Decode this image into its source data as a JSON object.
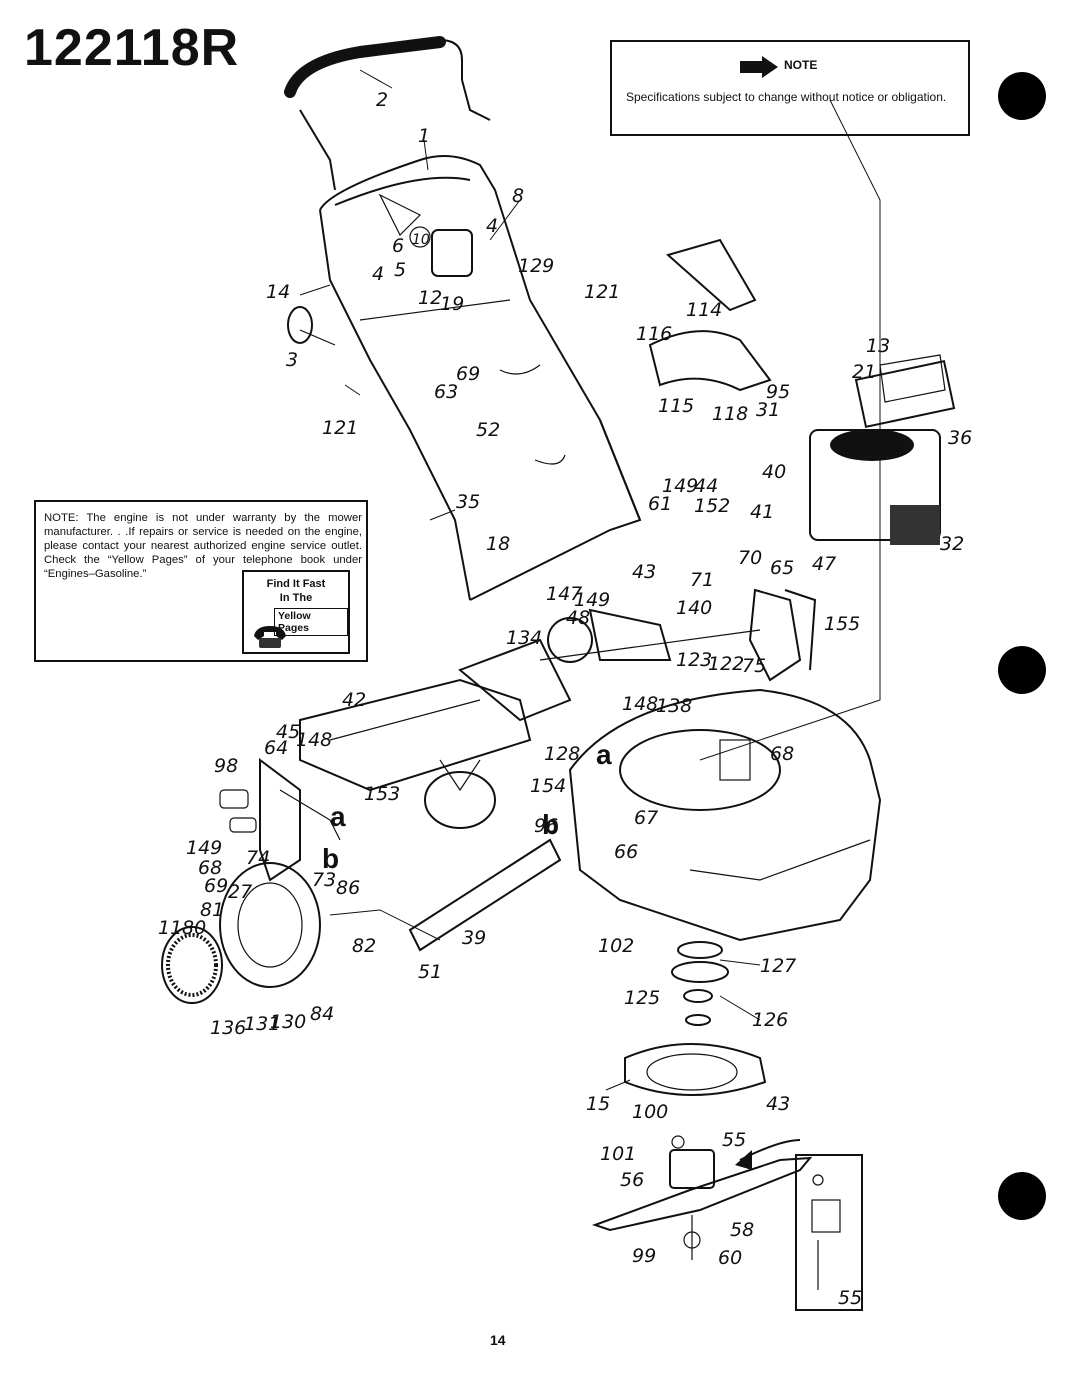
{
  "page": {
    "model_number": "122118R",
    "page_number": "14"
  },
  "note_box": {
    "label": "NOTE",
    "text": "Specifications subject to change without notice or obligation."
  },
  "engine_note": {
    "text": "NOTE: The engine is not under warranty by the mower manufacturer. . .If repairs or service is needed on the engine, please contact your nearest authorized engine service outlet. Check the “Yellow Pages” of your telephone book under “Engines–Gasoline.”",
    "badge_line1": "Find It Fast",
    "badge_line2": "In The",
    "badge_line3": "Yellow Pages"
  },
  "callouts": {
    "c2": "2",
    "c1": "1",
    "c8": "8",
    "c4a": "4",
    "c4b": "4",
    "c6": "6",
    "c10": "10",
    "c5": "5",
    "c129": "129",
    "c12": "12",
    "c19": "19",
    "c121a": "121",
    "c14": "14",
    "c3": "3",
    "c69a": "69",
    "c63": "63",
    "c121b": "121",
    "c52": "52",
    "c35": "35",
    "c18": "18",
    "c114": "114",
    "c116": "116",
    "c115": "115",
    "c118": "118",
    "c31": "31",
    "c95": "95",
    "c13": "13",
    "c21": "21",
    "c36": "36",
    "c40": "40",
    "c41": "41",
    "c32": "32",
    "c61": "61",
    "c149a": "149",
    "c44": "44",
    "c152": "152",
    "c70": "70",
    "c71": "71",
    "c65": "65",
    "c47": "47",
    "c43a": "43",
    "c147": "147",
    "c149b": "149",
    "c48": "48",
    "c140": "140",
    "c155": "155",
    "c134": "134",
    "c123": "123",
    "c122": "122",
    "c75": "75",
    "c148a": "148",
    "c138": "138",
    "c42": "42",
    "c45": "45",
    "c148b": "148",
    "c64": "64",
    "c98": "98",
    "c128": "128",
    "c153": "153",
    "c154": "154",
    "c68a": "68",
    "c149c": "149",
    "c96": "96",
    "c67": "67",
    "c66": "66",
    "c68b": "68",
    "c74": "74",
    "c69b": "69",
    "c27": "27",
    "c73": "73",
    "c86": "86",
    "c81": "81",
    "c11": "11",
    "c80": "80",
    "c82": "82",
    "c39": "39",
    "c51": "51",
    "c102": "102",
    "c127": "127",
    "c125": "125",
    "c126": "126",
    "c136": "136",
    "c131": "131",
    "c130": "130",
    "c84": "84",
    "c15": "15",
    "c100": "100",
    "c43b": "43",
    "c101": "101",
    "c55a": "55",
    "c56": "56",
    "c58": "58",
    "c99": "99",
    "c60": "60",
    "c55b": "55",
    "letter_a1": "a",
    "letter_b1": "b",
    "letter_a2": "a",
    "letter_b2": "b"
  }
}
